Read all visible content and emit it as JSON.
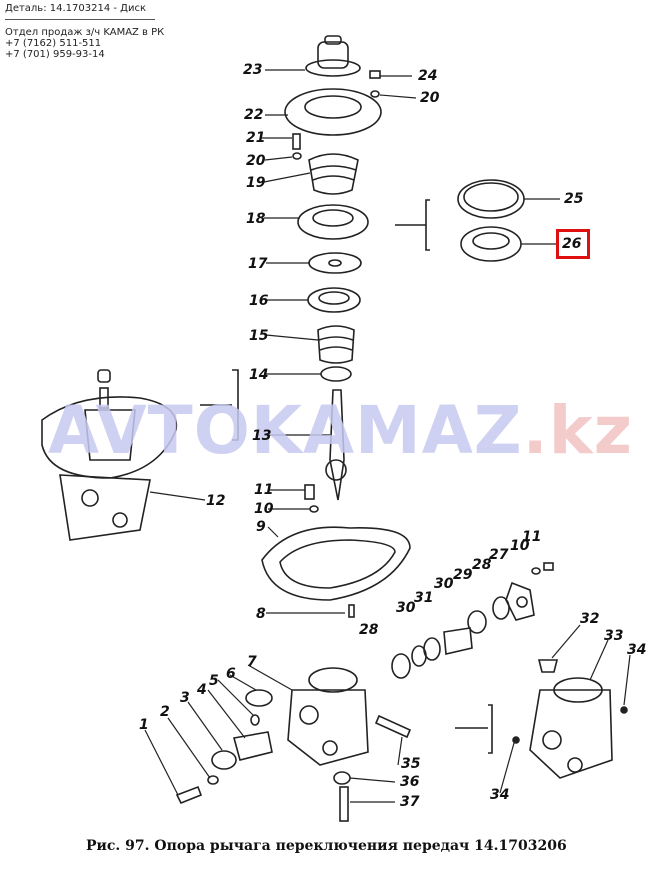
{
  "header": {
    "part": "Деталь: 14.1703214 - Диск",
    "line1": "Отдел продаж з/ч KAMAZ в РК",
    "line2": "+7 (7162) 511-511",
    "line3": "+7 (701) 959-93-14"
  },
  "watermark": {
    "main": "AVTOKAMAZ",
    "suffix": ".kz"
  },
  "caption": "Рис. 97. Опора рычага переключения передач 14.1703206",
  "highlight_color": "#e01010",
  "labels": [
    "23",
    "24",
    "20",
    "22",
    "21",
    "20",
    "19",
    "18",
    "25",
    "26",
    "17",
    "16",
    "15",
    "14",
    "13",
    "12",
    "11",
    "10",
    "9",
    "11",
    "10",
    "27",
    "28",
    "29",
    "30",
    "31",
    "30",
    "28",
    "8",
    "32",
    "33",
    "34",
    "7",
    "6",
    "5",
    "4",
    "3",
    "2",
    "1",
    "35",
    "36",
    "37",
    "34"
  ]
}
